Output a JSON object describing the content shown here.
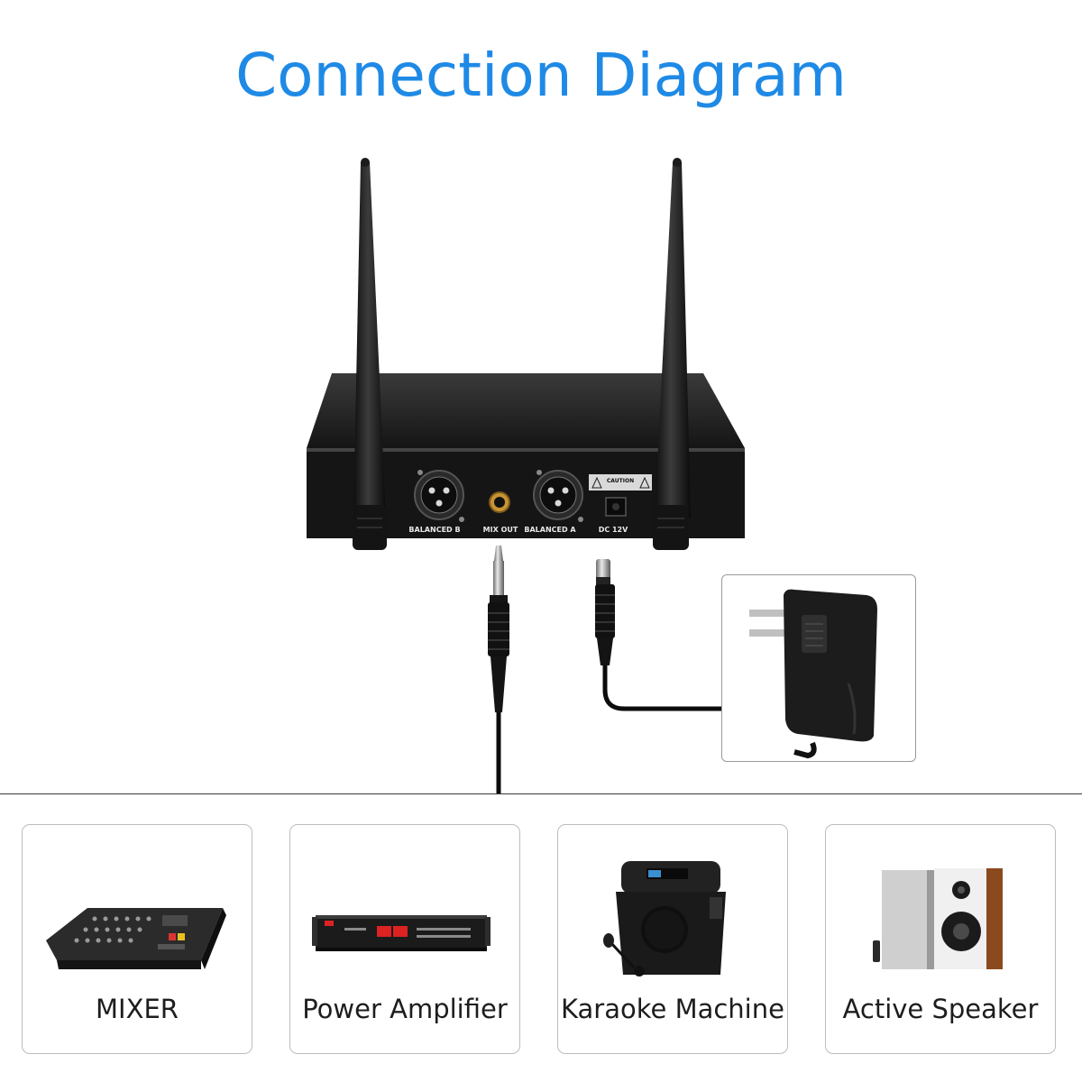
{
  "title": "Connection Diagram",
  "receiver": {
    "ports": {
      "balanced_b": "BALANCED B",
      "mix_out": "MIX OUT",
      "balanced_a": "BALANCED A",
      "dc_in": "DC 12V",
      "caution": "CAUTION"
    }
  },
  "devices": [
    {
      "label": "MIXER",
      "icon": "mixer-icon"
    },
    {
      "label": "Power Amplifier",
      "icon": "power-amplifier-icon"
    },
    {
      "label": "Karaoke Machine",
      "icon": "karaoke-machine-icon"
    },
    {
      "label": "Active Speaker",
      "icon": "active-speaker-icon"
    }
  ],
  "colors": {
    "title": "#1f8ae6",
    "device_body": "#1c1c1c",
    "card_border": "#bdbdbd"
  }
}
